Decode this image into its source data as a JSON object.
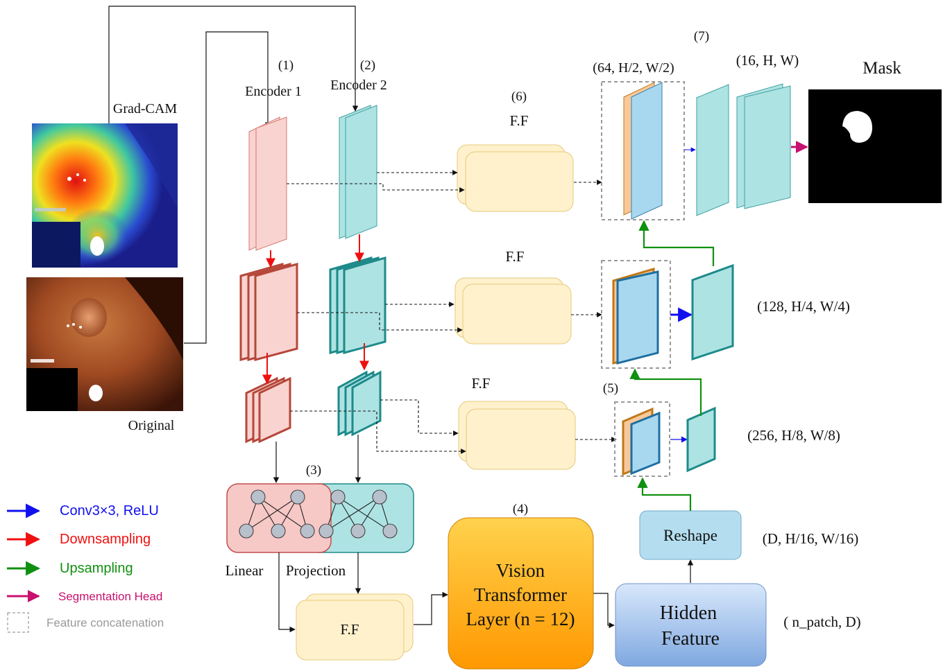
{
  "labels": {
    "encoder1_num": "(1)",
    "encoder1": "Encoder 1",
    "encoder2_num": "(2)",
    "encoder2": "Encoder 2",
    "gradcam": "Grad-CAM",
    "original": "Original",
    "lp_num": "(3)",
    "linear": "Linear",
    "projection": "Projection",
    "vit_num": "(4)",
    "vit_line1": "Vision",
    "vit_line2": "Transformer",
    "vit_line3": "Layer (n = 12)",
    "concat_num5": "(5)",
    "ff_num6": "(6)",
    "dec_num7": "(7)",
    "ff": "F.F",
    "reshape": "Reshape",
    "hidden_line1": "Hidden",
    "hidden_line2": "Feature",
    "mask": "Mask",
    "dim_64": "(64, H/2, W/2)",
    "dim_16": "(16, H, W)",
    "dim_128": "(128, H/4, W/4)",
    "dim_256": "(256, H/8, W/8)",
    "dim_D": "(D, H/16, W/16)",
    "dim_npatch": "( n_patch, D)"
  },
  "legend": [
    {
      "label": "Conv3×3, ReLU",
      "color": "#1010ee",
      "kind": "arrow"
    },
    {
      "label": "Downsampling",
      "color": "#ee1010",
      "kind": "arrow"
    },
    {
      "label": "Upsampling",
      "color": "#109010",
      "kind": "arrow"
    },
    {
      "label": "Segmentation Head",
      "color": "#c8106e",
      "kind": "arrow"
    },
    {
      "label": "Feature concatenation",
      "color": "#999999",
      "kind": "box"
    }
  ],
  "colors": {
    "enc1_fill": "#f9d3d0",
    "enc1_stroke": "#b5473a",
    "enc2_fill": "#aee3e3",
    "enc2_stroke": "#1e8a8a",
    "ff_fill": "#fff1cc",
    "ff_stroke": "#e6c97a",
    "vit_top": "#ffd24d",
    "vit_bottom": "#ff9800",
    "hidden_top": "#d8e8fb",
    "hidden_bottom": "#7fa8e0",
    "reshape_fill": "#b4def0",
    "dec_blue": "#a8d8f0",
    "dec_orange": "#f8c89a",
    "conv": "#1010ee",
    "down": "#ee1010",
    "up": "#109010",
    "seg": "#c8106e"
  },
  "icons": [
    "gradcam-heatmap-image",
    "endoscopy-original-image",
    "mask-output-image"
  ]
}
